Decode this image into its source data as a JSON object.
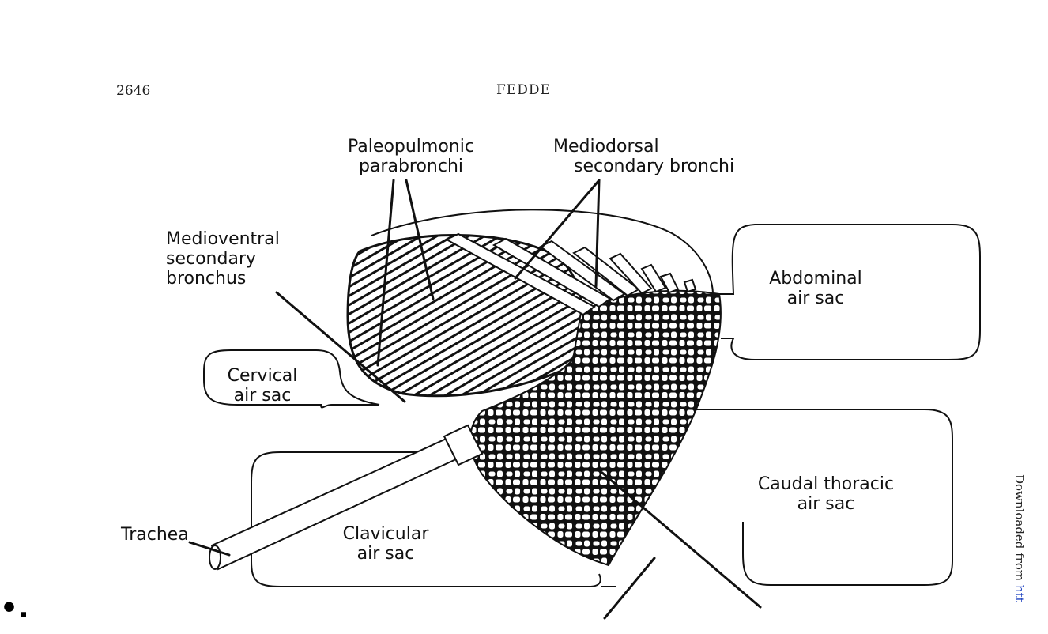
{
  "header": {
    "page_number": "2646",
    "running_head": "FEDDE"
  },
  "labels": {
    "paleopulmonic_line1": "Paleopulmonic",
    "paleopulmonic_line2": "parabronchi",
    "mediodorsal_line1": "Mediodorsal",
    "mediodorsal_line2": "secondary  bronchi",
    "medioventral_line1": "Medioventral",
    "medioventral_line2": "secondary",
    "medioventral_line3": "bronchus",
    "abdominal_line1": "Abdominal",
    "abdominal_line2": "air sac",
    "cervical_line1": "Cervical",
    "cervical_line2": "air sac",
    "caudal_thoracic_line1": "Caudal  thoracic",
    "caudal_thoracic_line2": "air sac",
    "trachea": "Trachea",
    "clavicular_line1": "Clavicular",
    "clavicular_line2": "air sac"
  },
  "side_note": {
    "text": "Downloaded from ",
    "link_fragment": "htt"
  },
  "stray_mark": "•."
}
